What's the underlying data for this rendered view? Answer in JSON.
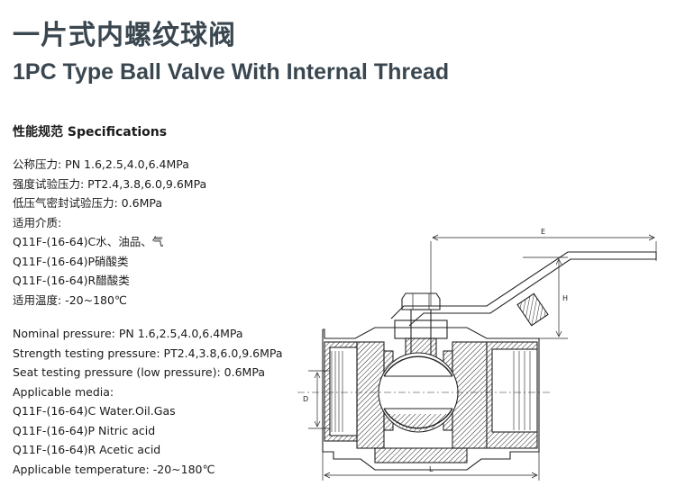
{
  "title": {
    "cn": "一片式内螺纹球阀",
    "en": "1PC Type Ball Valve With Internal Thread"
  },
  "specs": {
    "heading": "性能规范 Specifications",
    "cn": [
      "公称压力: PN 1.6,2.5,4.0,6.4MPa",
      "强度试验压力: PT2.4,3.8,6.0,9.6MPa",
      "低压气密封试验压力: 0.6MPa",
      "适用介质:",
      "Q11F-(16-64)C水、油品、气",
      "Q11F-(16-64)P硝酸类",
      "Q11F-(16-64)R醋酸类",
      "适用温度: -20~180℃"
    ],
    "en": [
      "Nominal pressure: PN 1.6,2.5,4.0,6.4MPa",
      "Strength testing pressure: PT2.4,3.8,6.0,9.6MPa",
      "Seat testing pressure (low pressure): 0.6MPa",
      "Applicable media:",
      "Q11F-(16-64)C Water.Oil.Gas",
      "Q11F-(16-64)P Nitric acid",
      "Q11F-(16-64)R Acetic acid",
      "Applicable temperature: -20~180℃"
    ]
  },
  "drawing": {
    "dim_e": "E",
    "dim_h": "H",
    "dim_d": "D",
    "dim_l": "L"
  }
}
